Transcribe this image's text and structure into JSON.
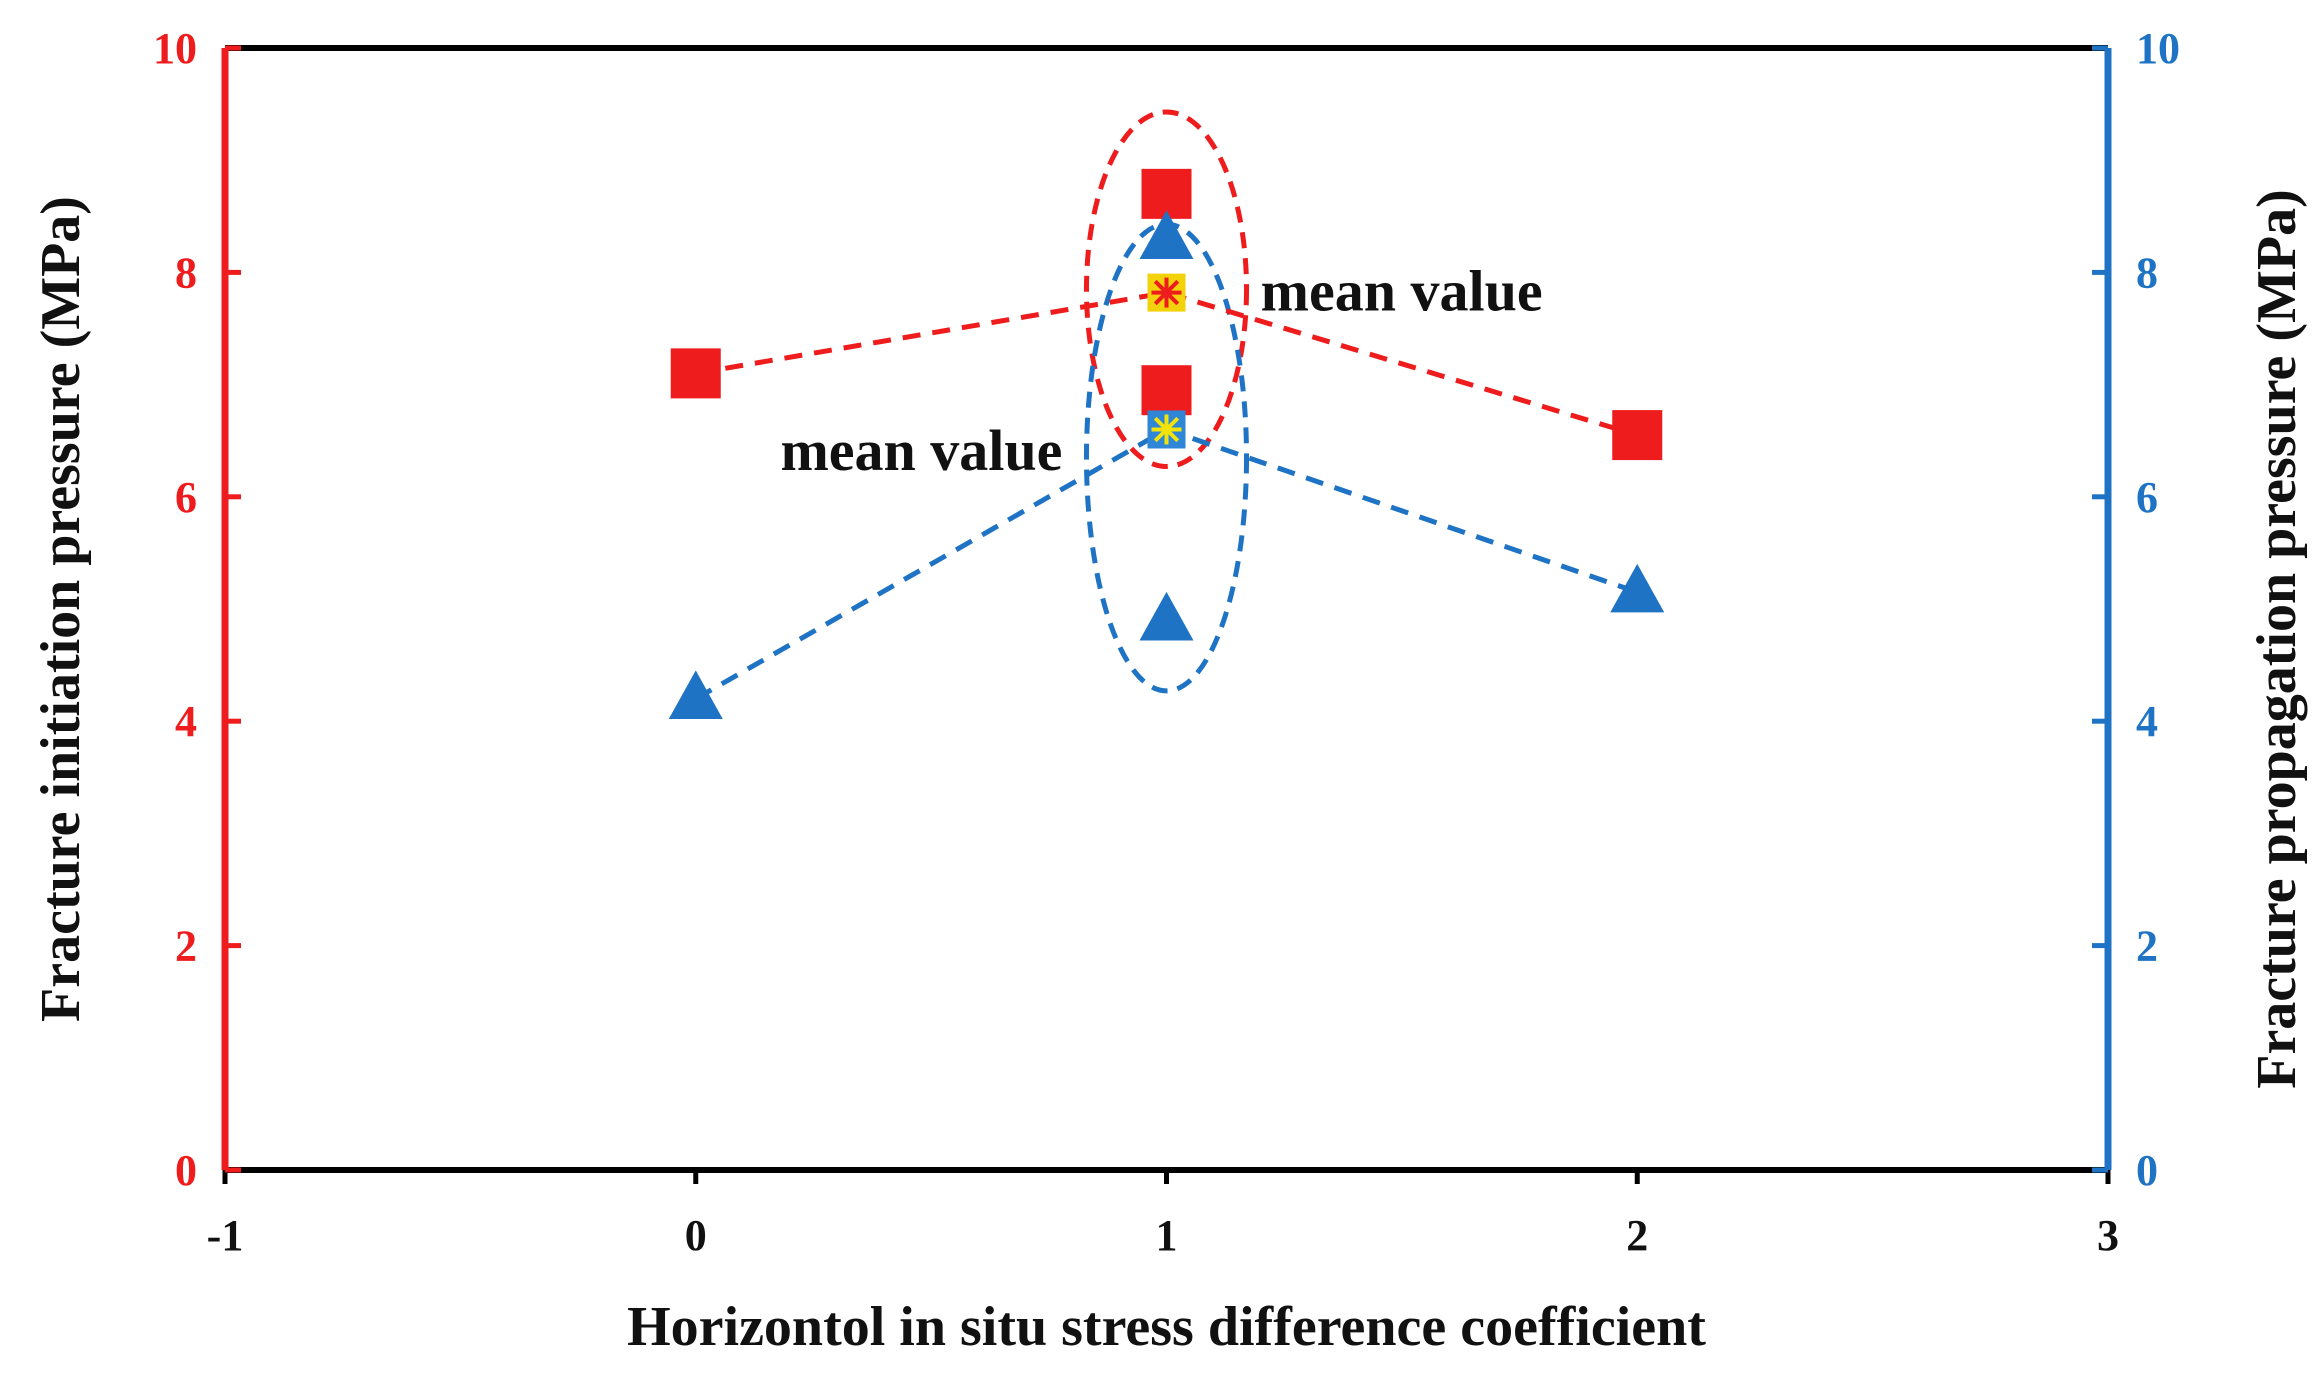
{
  "chart_data": {
    "type": "scatter",
    "title": "",
    "xlabel": "Horizontol  in situ stress difference coefficient",
    "ylabel_left": "Fracture initiation  pressure  (MPa)",
    "ylabel_right": "Fracture propagation pressure  (MPa)",
    "xlim": [
      -1,
      3
    ],
    "ylim_left": [
      0,
      10
    ],
    "ylim_right": [
      0,
      10
    ],
    "x_ticks": [
      "-1",
      "0",
      "1",
      "2",
      "3"
    ],
    "y_ticks_left": [
      "0",
      "2",
      "4",
      "6",
      "8",
      "10"
    ],
    "y_ticks_right": [
      "0",
      "2",
      "4",
      "6",
      "8",
      "10"
    ],
    "grid": false,
    "legend": "none",
    "series": [
      {
        "axis": "left",
        "marker": "square",
        "color": "#ee1c1c",
        "points": [
          {
            "x": 0,
            "y": 7.1
          },
          {
            "x": 1,
            "y": 8.7
          },
          {
            "x": 1,
            "y": 6.95
          },
          {
            "x": 2,
            "y": 6.55
          }
        ]
      },
      {
        "axis": "right",
        "marker": "triangle",
        "color": "#1f73c4",
        "points": [
          {
            "x": 0,
            "y": 4.2
          },
          {
            "x": 1,
            "y": 8.3
          },
          {
            "x": 1,
            "y": 4.9
          },
          {
            "x": 2,
            "y": 5.15
          }
        ]
      }
    ],
    "mean_lines": [
      {
        "axis": "left",
        "color": "#ee1c1c",
        "points": [
          {
            "x": 0,
            "y": 7.1
          },
          {
            "x": 1,
            "y": 7.82
          },
          {
            "x": 2,
            "y": 6.55
          }
        ]
      },
      {
        "axis": "right",
        "color": "#1f73c4",
        "points": [
          {
            "x": 0,
            "y": 4.2
          },
          {
            "x": 1,
            "y": 6.6
          },
          {
            "x": 2,
            "y": 5.15
          }
        ]
      }
    ],
    "mean_markers": [
      {
        "axis": "left",
        "x": 1,
        "y": 7.82,
        "fill": "#f2d20a",
        "star": "#ee1c1c"
      },
      {
        "axis": "right",
        "x": 1,
        "y": 6.6,
        "fill": "#2f86d6",
        "star": "#f2e40a"
      }
    ],
    "ellipses": [
      {
        "axis": "left",
        "color": "#ee1c1c",
        "cx": 1,
        "cy": 7.85,
        "rx": 0.17,
        "ry": 1.58
      },
      {
        "axis": "right",
        "color": "#1f73c4",
        "cx": 1,
        "cy": 6.35,
        "rx": 0.17,
        "ry": 2.08
      }
    ],
    "annotations": [
      {
        "text": "mean value",
        "x": 1.2,
        "y": 7.82
      },
      {
        "text": "mean value",
        "x": 0.18,
        "y": 6.4
      }
    ],
    "colors": {
      "left_axis": "#ee1c1c",
      "right_axis": "#1f73c4",
      "frame": "#000000"
    }
  }
}
